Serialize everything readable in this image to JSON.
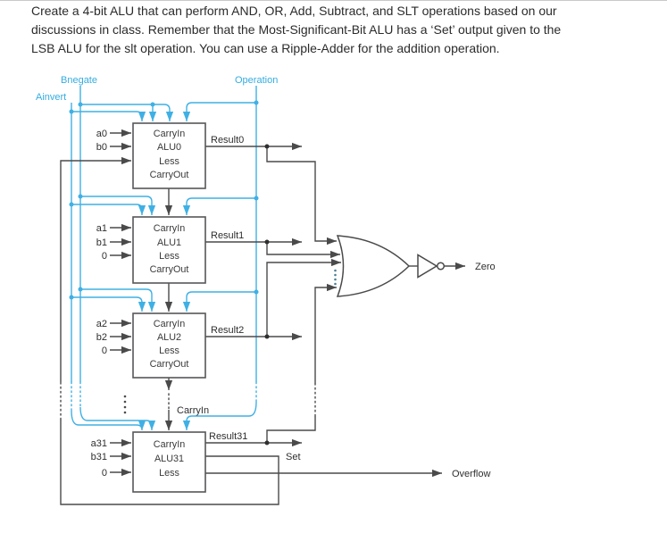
{
  "instructions": {
    "line1": "Create a 4-bit ALU that can perform AND, OR, Add, Subtract, and SLT operations based on our",
    "line2": "discussions in class. Remember that the Most-Significant-Bit ALU has a ‘Set’ output given to the",
    "line3": "LSB ALU for the slt operation. You can use a Ripple-Adder for the addition operation."
  },
  "diagram": {
    "controls": {
      "bnegate": "Bnegate",
      "ainvert": "Ainvert",
      "operation": "Operation"
    },
    "alus": [
      {
        "a": "a0",
        "b": "b0",
        "rows": [
          "CarryIn",
          "ALU0",
          "Less",
          "CarryOut"
        ],
        "result": "Result0"
      },
      {
        "a": "a1",
        "b": "b1",
        "zero": "0",
        "rows": [
          "CarryIn",
          "ALU1",
          "Less",
          "CarryOut"
        ],
        "result": "Result1"
      },
      {
        "a": "a2",
        "b": "b2",
        "zero": "0",
        "rows": [
          "CarryIn",
          "ALU2",
          "Less",
          "CarryOut"
        ],
        "result": "Result2"
      },
      {
        "a": "a31",
        "b": "b31",
        "zero": "0",
        "rows": [
          "CarryIn",
          "ALU31",
          "Less"
        ],
        "result": "Result31"
      }
    ],
    "carry_chain_label": "CarryIn",
    "outputs": {
      "set": "Set",
      "overflow": "Overflow",
      "zero": "Zero"
    },
    "colors": {
      "control_wire": "#3fb0e4",
      "signal_wire": "#4a4a4a"
    }
  }
}
